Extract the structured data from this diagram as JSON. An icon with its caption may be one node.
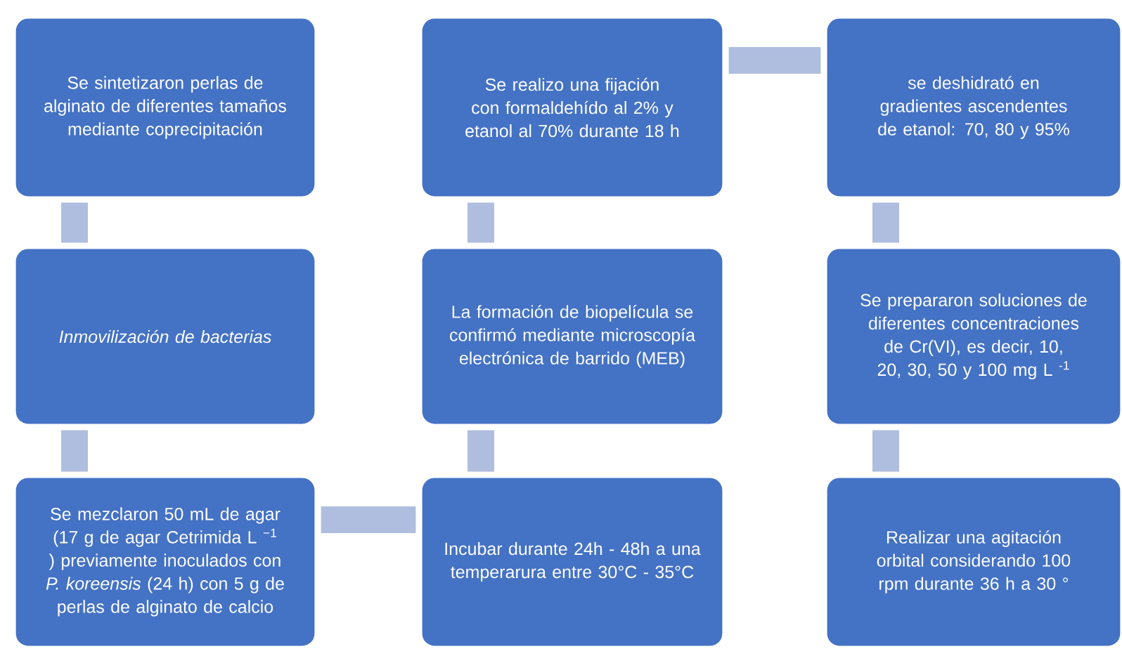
{
  "diagram": {
    "nodes": [
      {
        "text": [
          "Se sintetizaron perlas de alginato de diferentes tamaños mediante coprecipitación"
        ]
      },
      {
        "text": [
          "Inmovilización de bacterias"
        ]
      },
      {
        "text": [
          "Se mezclaron 50 mL de agar (17 g de agar Cetrimida L $^{−1}$ ) previamente inoculados con *P. koreensis* (24 h) con 5 g de perlas de alginato de calcio"
        ]
      },
      {
        "text": [
          "Incubar durante 24h - 48h a una temperarura entre 30°C - 35°C"
        ]
      },
      {
        "text": [
          "La formación de biopelícula se confirmó mediante microscopía electrónica de barrido (MEB)"
        ]
      },
      {
        "text": [
          "Se realizo una fijación con formaldehído al 2% y etanol al 70% durante 18 h"
        ]
      },
      {
        "text": [
          "se deshidrató en gradientes ascendentes de etanol: 70, 80 y 95%"
        ]
      },
      {
        "text": [
          "Se prepararon soluciones de diferentes concentraciones de Cr(VI), es decir, 10, 20, 30, 50 y 100 mg L $^{-1}$"
        ]
      },
      {
        "text": [
          "Realizar una agitación orbital considerando 100 rpm durante 36 h a 30 °"
        ]
      }
    ],
    "edges": [
      {
        "from": 0,
        "to": 1,
        "arrow": "none"
      },
      {
        "from": 1,
        "to": 2,
        "arrow": "none"
      },
      {
        "from": 2,
        "to": 3,
        "arrow": "none"
      },
      {
        "from": 3,
        "to": 4,
        "arrow": "none"
      },
      {
        "from": 4,
        "to": 5,
        "arrow": "none"
      },
      {
        "from": 5,
        "to": 6,
        "arrow": "none"
      },
      {
        "from": 6,
        "to": 7,
        "arrow": "none"
      },
      {
        "from": 7,
        "to": 8,
        "arrow": "none"
      }
    ]
  }
}
